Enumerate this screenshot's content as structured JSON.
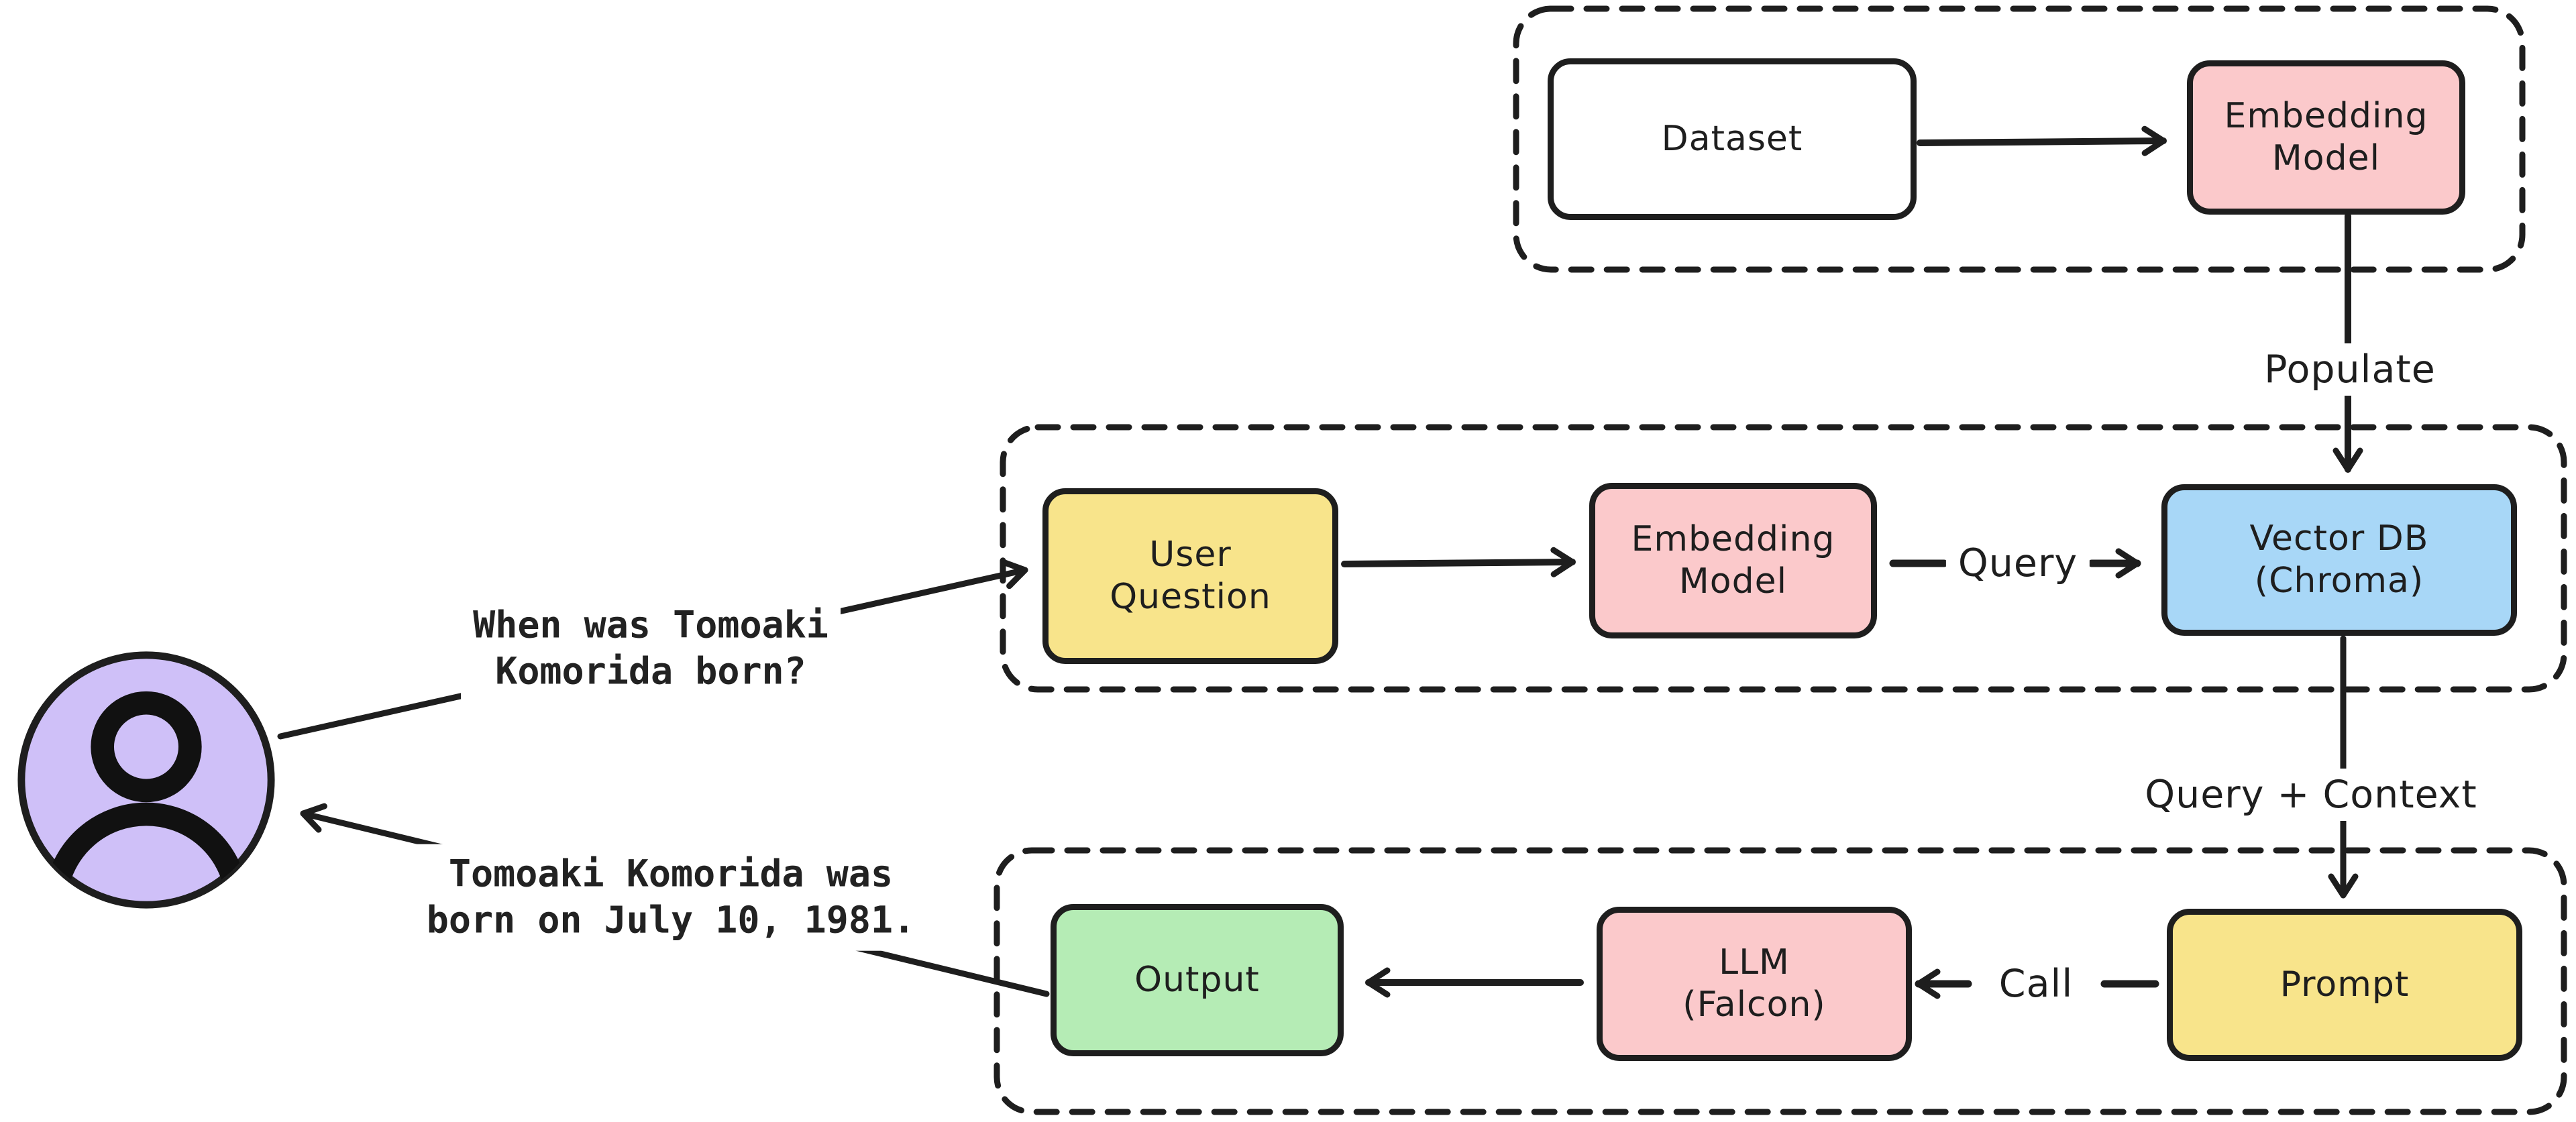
{
  "colors": {
    "stroke": "#1e1e1e",
    "pink": "#fbc9cb",
    "yellow": "#f8e48b",
    "blue": "#a8d7f7",
    "green": "#b5ecb5",
    "purple": "#cfc0f8",
    "white": "#ffffff"
  },
  "user": {
    "question_lines": [
      "When was Tomoaki",
      "Komorida born?"
    ],
    "answer_lines": [
      "Tomoaki Komorida was",
      "born on July 10, 1981."
    ]
  },
  "ingestion": {
    "dataset_label": "Dataset",
    "embedding_model_lines": [
      "Embedding",
      "Model"
    ]
  },
  "retrieval": {
    "user_question_lines": [
      "User",
      "Question"
    ],
    "embedding_model_lines": [
      "Embedding",
      "Model"
    ],
    "vector_db_lines": [
      "Vector DB",
      "(Chroma)"
    ]
  },
  "generation": {
    "output_label": "Output",
    "llm_lines": [
      "LLM",
      "(Falcon)"
    ],
    "prompt_label": "Prompt"
  },
  "edge_labels": {
    "populate": "Populate",
    "query": "Query",
    "query_context": "Query + Context",
    "call": "Call"
  }
}
